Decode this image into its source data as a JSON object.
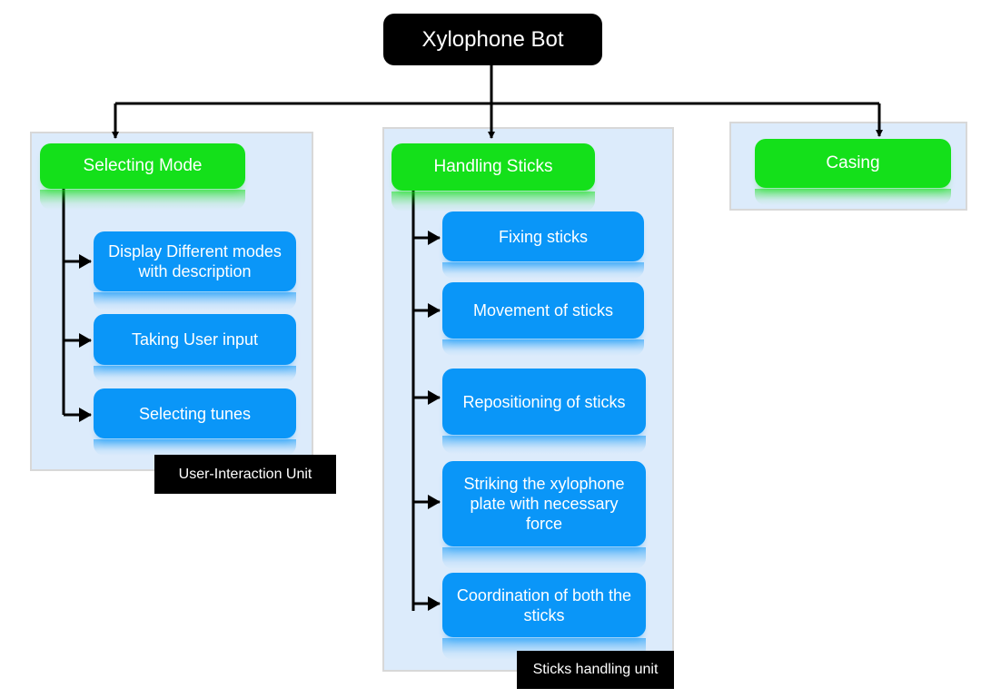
{
  "root": {
    "label": "Xylophone Bot"
  },
  "branches": {
    "selecting_mode": {
      "label": "Selecting Mode",
      "unit_label": "User-Interaction Unit",
      "items": [
        {
          "label": "Display Different modes with description"
        },
        {
          "label": "Taking User input"
        },
        {
          "label": "Selecting tunes"
        }
      ]
    },
    "handling_sticks": {
      "label": "Handling Sticks",
      "unit_label": "Sticks handling unit",
      "items": [
        {
          "label": "Fixing sticks"
        },
        {
          "label": "Movement of sticks"
        },
        {
          "label": "Repositioning of sticks"
        },
        {
          "label": "Striking the xylophone plate with necessary force"
        },
        {
          "label": "Coordination of both the sticks"
        }
      ]
    },
    "casing": {
      "label": "Casing"
    }
  },
  "colors": {
    "root": "#000000",
    "category": "#14e01a",
    "item": "#0a96f8",
    "panel": "#dcebfb",
    "connector": "#000000"
  }
}
